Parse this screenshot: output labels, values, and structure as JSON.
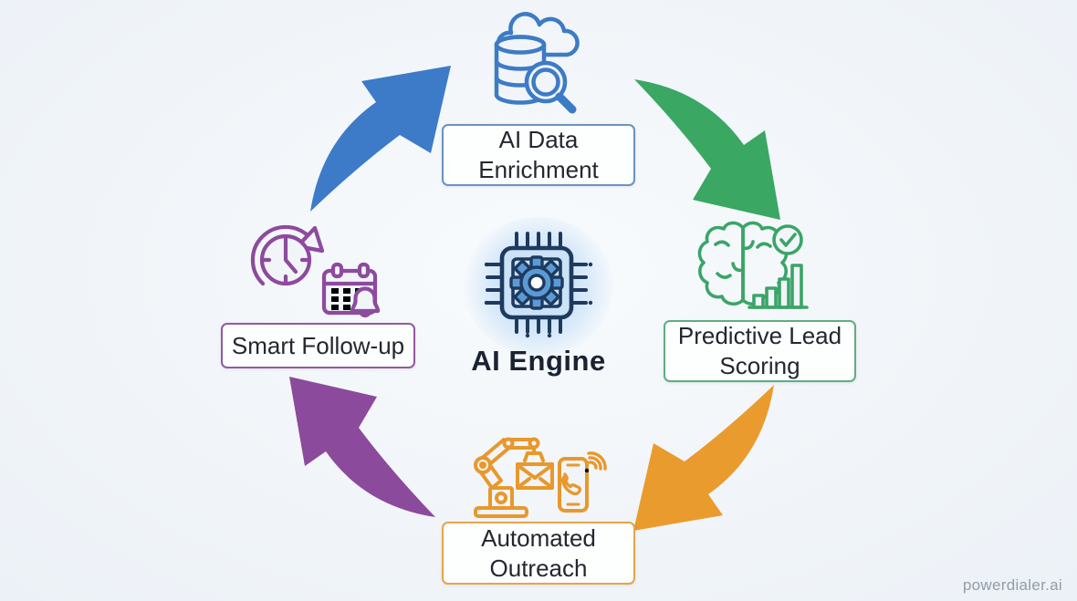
{
  "diagram": {
    "type": "circular-process-cycle",
    "direction": "clockwise",
    "watermark": "powerdialer.ai"
  },
  "center": {
    "label": "AI Engine",
    "icon": "chip-gear-icon"
  },
  "nodes": {
    "top": {
      "label": "AI Data Enrichment",
      "icon": "database-cloud-search-icon",
      "color": "#3d7bc6",
      "border_color": "#6b93bf"
    },
    "right": {
      "label": "Predictive Lead Scoring",
      "icon": "brain-check-growth-chart-icon",
      "color": "#3aa567",
      "border_color": "#5fae80"
    },
    "bottom": {
      "label": "Automated Outreach",
      "icon": "robot-arm-email-phone-icon",
      "color": "#e8982c",
      "border_color": "#e4a54b"
    },
    "left": {
      "label": "Smart Follow-up",
      "icon": "clock-calendar-bell-icon",
      "color": "#8d4a9e",
      "border_color": "#95589f"
    }
  },
  "arrows": [
    {
      "name": "arrow-left-to-top",
      "from": "Smart Follow-up",
      "to": "AI Data Enrichment",
      "direction": "up-right",
      "color": "#3d7bc8"
    },
    {
      "name": "arrow-top-to-right",
      "from": "AI Data Enrichment",
      "to": "Predictive Lead Scoring",
      "direction": "down-right",
      "color": "#3aa763"
    },
    {
      "name": "arrow-right-to-bottom",
      "from": "Predictive Lead Scoring",
      "to": "Automated Outreach",
      "direction": "down-left",
      "color": "#ea9b2e"
    },
    {
      "name": "arrow-bottom-to-left",
      "from": "Automated Outreach",
      "to": "Smart Follow-up",
      "direction": "up-left",
      "color": "#8c4a9c"
    }
  ],
  "colors": {
    "background": "#f1f5f9",
    "text": "#23272f",
    "chip_outline": "#1e3a5f",
    "chip_fill": "#cbe2f7",
    "gear_fill": "#5b9bd5",
    "glow": "#9cc6f1",
    "watermark": "#939da8"
  }
}
